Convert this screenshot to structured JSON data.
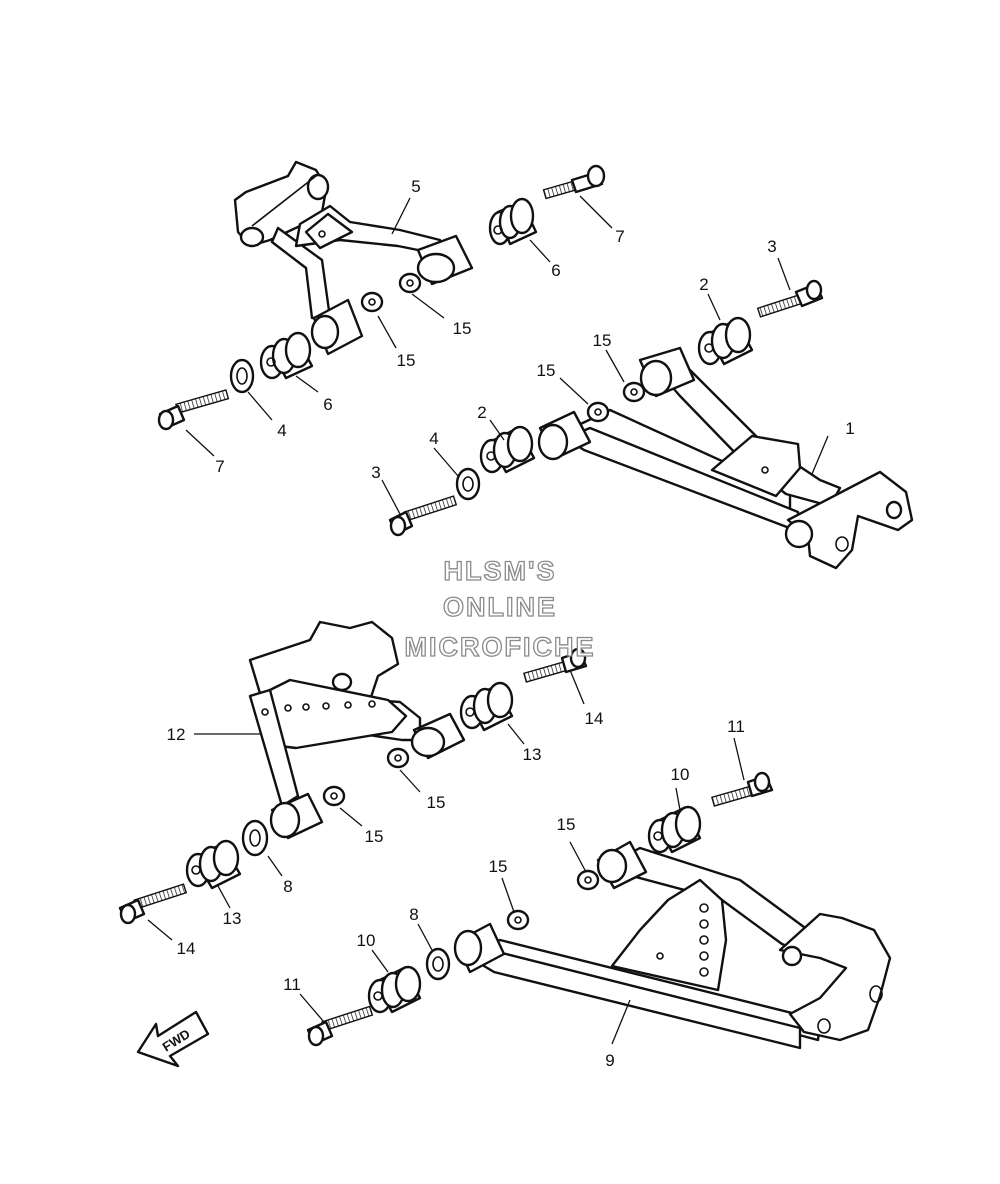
{
  "watermark": {
    "line1": "HLSM'S",
    "line2": "ONLINE",
    "line3": "MICROFICHE"
  },
  "direction_label": "FWD",
  "callouts": {
    "c1": "1",
    "c2a": "2",
    "c2b": "2",
    "c3a": "3",
    "c3b": "3",
    "c4a": "4",
    "c4b": "4",
    "c5": "5",
    "c6a": "6",
    "c6b": "6",
    "c7a": "7",
    "c7b": "7",
    "c15a": "15",
    "c15b": "15",
    "c15c": "15",
    "c15d": "15",
    "c8a": "8",
    "c8b": "8",
    "c9": "9",
    "c10a": "10",
    "c10b": "10",
    "c11a": "11",
    "c11b": "11",
    "c12": "12",
    "c13a": "13",
    "c13b": "13",
    "c14a": "14",
    "c14b": "14",
    "c15e": "15",
    "c15f": "15",
    "c15g": "15",
    "c15h": "15"
  }
}
